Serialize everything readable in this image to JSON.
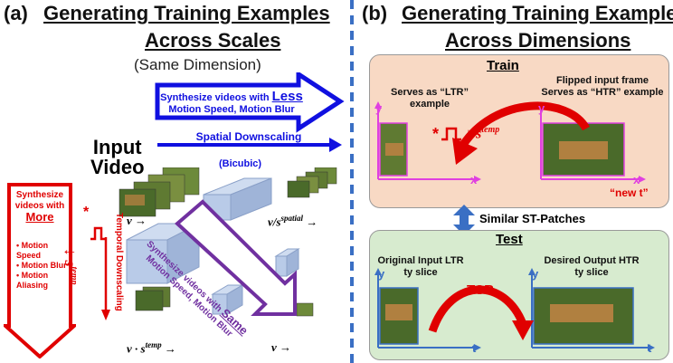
{
  "left": {
    "panel_label": "(a)",
    "title_line1": "Generating Training Examples",
    "title_line2": "Across Scales",
    "subtitle": "(Same Dimension)",
    "input_video_line1": "Input",
    "input_video_line2": "Video",
    "synth_less_line1": "Synthesize videos with",
    "synth_less_emph": "Less",
    "synth_less_line2": "Motion Speed, Motion Blur",
    "spatial_downscaling": "Spatial Downscaling",
    "bicubic": "(Bicubic)",
    "temporal_downscaling": "Temporal Downscaling",
    "same_line1": "Synthesize videos with",
    "same_emph": "Same",
    "same_line2": "Motion Speed, Motion Blur",
    "more_box": {
      "line1": "Synthesize",
      "line2": "videos with",
      "emph": "More",
      "bullets": [
        "Motion Speed",
        "Motion Blur",
        "Motion Aliasing"
      ]
    },
    "math_v": "v →",
    "math_v_spatial": "v/s",
    "math_v_spatial_sup": "spatial",
    "math_v_temp": "v · s",
    "math_v_temp_sup": "temp",
    "math_v2": "v →",
    "s_temp": "s",
    "s_temp_sup": "temp",
    "star": "*"
  },
  "right": {
    "panel_label": "(b)",
    "title_line1": "Generating Training Examples",
    "title_line2": "Across Dimensions",
    "train": {
      "title": "Train",
      "ltr_label": "Serves as “LTR” example",
      "htr_label_line1": "Flipped input frame",
      "htr_label_line2": "Serves as “HTR” example",
      "axis_y": "y",
      "axis_x": "x",
      "new_t": "“new t”",
      "op_star": "*",
      "op_s": "↓ s",
      "op_sup": "temp"
    },
    "similar": "Similar ST-Patches",
    "test": {
      "title": "Test",
      "left_label_line1": "Original Input LTR",
      "left_label_line2": "ty slice",
      "right_label_line1": "Desired Output HTR",
      "right_label_line2": "ty slice",
      "tsr": "TSR",
      "axis_y": "y",
      "axis_t": "t"
    }
  },
  "colors": {
    "train_bg": "#f8d9c4",
    "test_bg": "#d7ebcf",
    "blue": "#1010e0",
    "red": "#e00000",
    "purple": "#7030a0",
    "magenta": "#e040e0",
    "divider": "#3a6fc4"
  }
}
